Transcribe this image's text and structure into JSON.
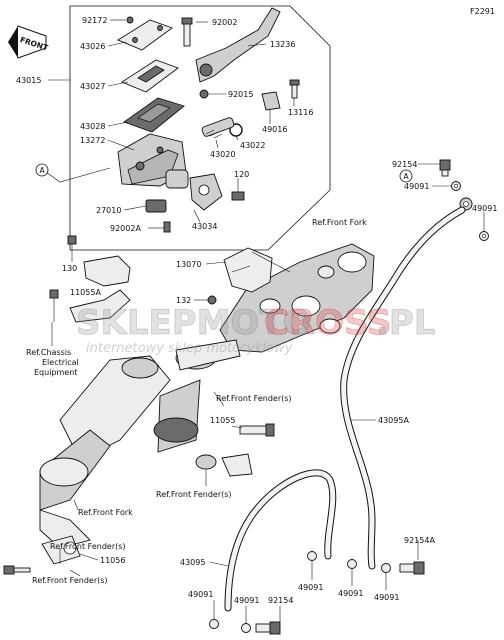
{
  "figure_code": "F2291",
  "front_label": "FRONT",
  "watermark": {
    "brand_a": "SKLEPMOTO",
    "brand_b": "CROSS",
    "brand_c": ".PL",
    "tagline": "internetowy sklep motocyklowy"
  },
  "parts": {
    "p92172": "92172",
    "p43026": "43026",
    "p43015": "43015",
    "p43027": "43027",
    "p43028": "43028",
    "p13272": "13272",
    "p27010": "27010",
    "p92002A": "92002A",
    "p43034": "43034",
    "p92002": "92002",
    "p13236": "13236",
    "p92015": "92015",
    "p13116": "13116",
    "p49016": "49016",
    "p43022": "43022",
    "p43020": "43020",
    "p120": "120",
    "p92154_top": "92154",
    "p49091_top1": "49091",
    "p49091_top2": "49091",
    "p13070": "13070",
    "p132": "132",
    "p130": "130",
    "p11055A": "11055A",
    "p11055": "11055",
    "p43095A": "43095A",
    "p11056": "11056",
    "p43095": "43095",
    "p92154A": "92154A",
    "p49091_b1": "49091",
    "p49091_b2": "49091",
    "p49091_b3": "49091",
    "p49091_b4": "49091",
    "p49091_b5": "49091",
    "p92154_bottom": "92154"
  },
  "references": {
    "front_fork_top": "Ref.Front Fork",
    "chassis_line1": "Ref.Chassis",
    "chassis_line2": "Electrical",
    "chassis_line3": "Equipment",
    "fender_1": "Ref.Front Fender(s)",
    "fender_2": "Ref.Front Fender(s)",
    "front_fork_bottom": "Ref.Front Fork",
    "fender_3": "Ref.Front Fender(s)",
    "fender_4": "Ref.Front Fender(s)"
  },
  "callout_a": "A"
}
